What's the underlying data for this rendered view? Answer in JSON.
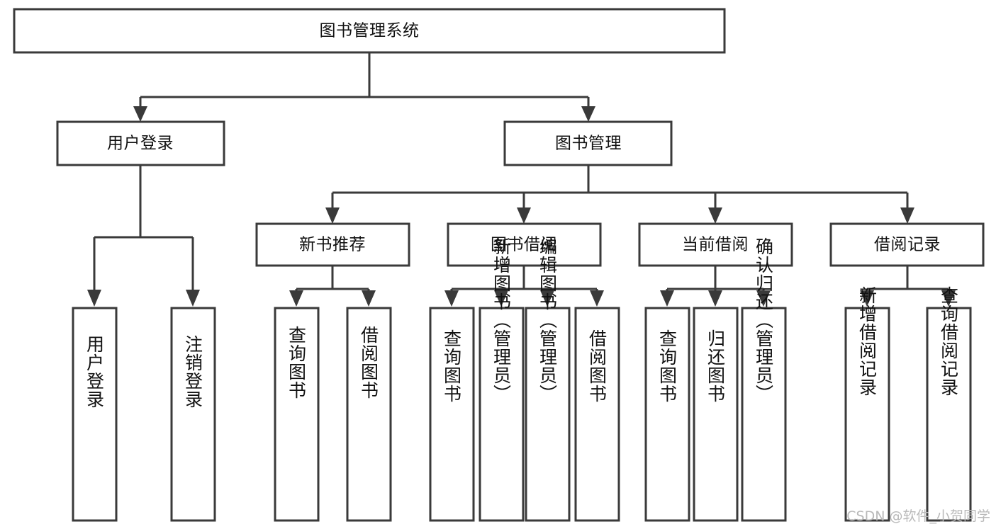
{
  "diagram": {
    "type": "tree-hierarchy",
    "title": "图书管理系统",
    "watermark": "CSDN @软件_小贺同学",
    "colors": {
      "box_stroke": "#3a3a3a",
      "box_fill": "#ffffff",
      "text": "#111111",
      "background": "#ffffff",
      "watermark": "#b9b9b9"
    },
    "levels": {
      "root": {
        "label": "图书管理系统"
      },
      "level2": [
        {
          "label": "用户登录"
        },
        {
          "label": "图书管理"
        }
      ],
      "level3": [
        {
          "label": "新书推荐"
        },
        {
          "label": "图书借阅"
        },
        {
          "label": "当前借阅"
        },
        {
          "label": "借阅记录"
        }
      ]
    },
    "leaves": {
      "user_login": [
        {
          "label": "用户登录"
        },
        {
          "label": "注销登录"
        }
      ],
      "new_book_recommend": [
        {
          "label": "查询图书"
        },
        {
          "label": "借阅图书"
        }
      ],
      "book_borrow": [
        {
          "label": "查询图书"
        },
        {
          "label": "新增图书（管理员）"
        },
        {
          "label": "编辑图书（管理员）"
        },
        {
          "label": "借阅图书"
        }
      ],
      "current_borrow": [
        {
          "label": "查询图书"
        },
        {
          "label": "归还图书"
        },
        {
          "label": "确认归还（管理员）"
        }
      ],
      "borrow_record": [
        {
          "label": "新增借阅记录"
        },
        {
          "label": "查询借阅记录"
        }
      ]
    }
  }
}
